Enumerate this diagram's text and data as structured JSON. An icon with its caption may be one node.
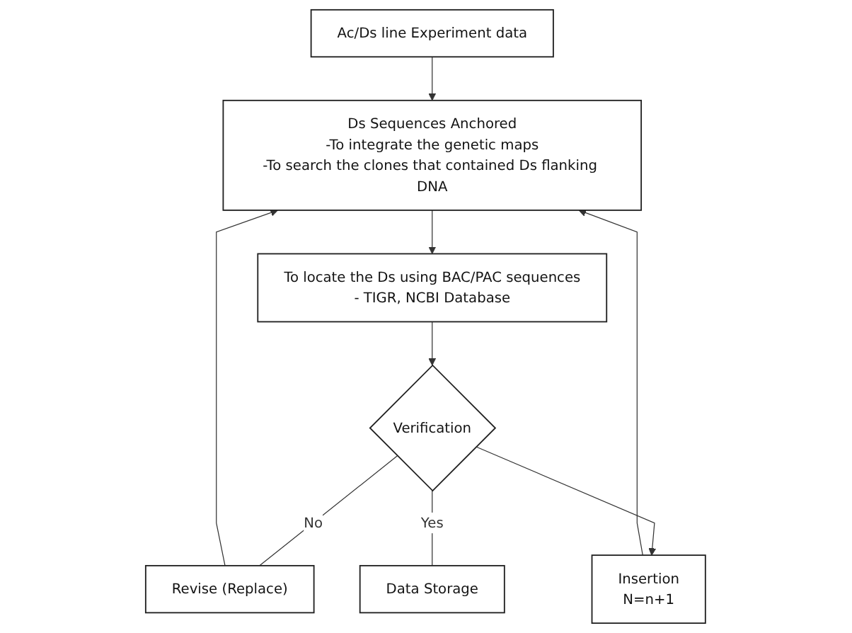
{
  "diagram": {
    "nodes": [
      {
        "text": [
          "Ac/Ds line Experiment data"
        ]
      },
      {
        "text": [
          "Ds Sequences Anchored",
          "-To integrate the genetic maps",
          "-To search the clones that contained Ds flanking DNA"
        ]
      },
      {
        "text": [
          "To locate the Ds using BAC/PAC sequences",
          "- TIGR, NCBI Database"
        ]
      },
      {
        "text": [
          "Verification"
        ]
      },
      {
        "text": [
          "Revise (Replace)"
        ]
      },
      {
        "text": [
          "Insertion",
          "N=n+1"
        ]
      },
      {
        "text": [
          "Data Storage"
        ]
      }
    ],
    "edges": [
      {
        "from": 0,
        "to": 1,
        "arrow": "to"
      },
      {
        "from": 1,
        "to": 2,
        "arrow": "to"
      },
      {
        "from": 2,
        "to": 3,
        "arrow": "to"
      },
      {
        "from": 3,
        "to": 4,
        "arrow": "none",
        "label": "No"
      },
      {
        "from": 4,
        "to": 1,
        "arrow": "to"
      },
      {
        "from": 3,
        "to": 5,
        "arrow": "to"
      },
      {
        "from": 3,
        "to": 6,
        "arrow": "none",
        "label": "Yes"
      },
      {
        "from": 5,
        "to": 1,
        "arrow": "to"
      }
    ]
  }
}
